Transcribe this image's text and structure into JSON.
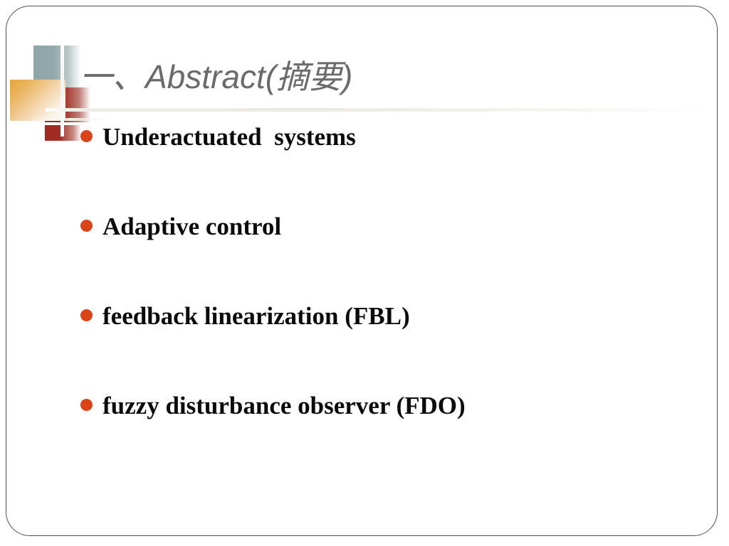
{
  "slide": {
    "title": "一、Abstract(摘要)",
    "bullets": [
      {
        "text": "Underactuated  systems"
      },
      {
        "text": "Adaptive control"
      },
      {
        "text": "feedback linearization (FBL)"
      },
      {
        "text": "fuzzy disturbance observer (FDO)"
      }
    ]
  },
  "colors": {
    "title_text": "#6b6b6b",
    "bullet_dot": "#d94518",
    "bullet_text": "#0b0b0b",
    "frame_border": "#4b4f55",
    "deco_blue": "#90a6a8",
    "deco_red": "#9d2a21",
    "deco_orange": "#e8a33c",
    "title_rule": "#eceae3",
    "background": "#ffffff"
  }
}
